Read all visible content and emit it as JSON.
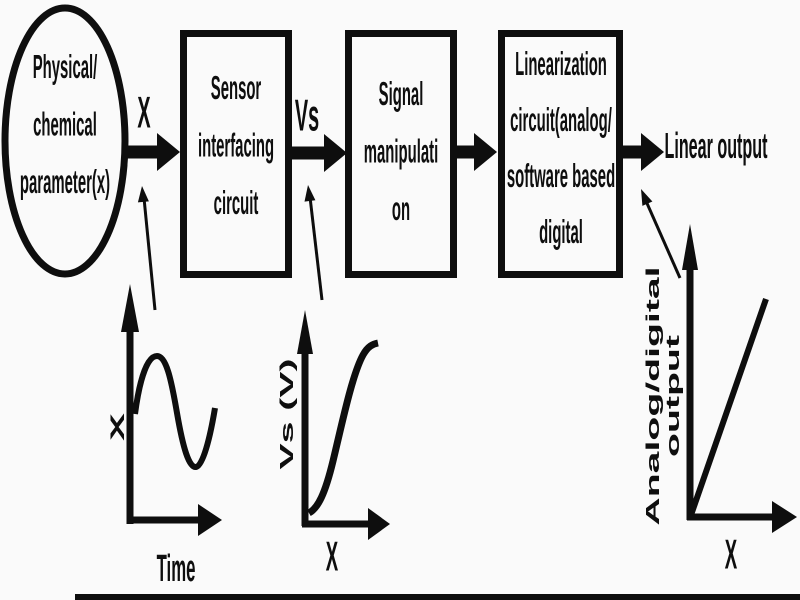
{
  "diagram": {
    "title_semantics": "Sensor signal chain block diagram with linearization",
    "source": {
      "shape": "ellipse",
      "lines": [
        "Physical/",
        "chemical",
        "parameter(x)"
      ]
    },
    "blocks": [
      {
        "lines": [
          "Sensor",
          "interfacing",
          "circuit"
        ]
      },
      {
        "lines": [
          "Signal",
          "manipulati",
          "on"
        ]
      },
      {
        "lines": [
          "Linearization",
          "circuit(analog/",
          "software based",
          "digital"
        ]
      }
    ],
    "signals": {
      "input": "X",
      "sensor_output": "Vs",
      "final_output": "Linear output"
    },
    "graphs": [
      {
        "curve": "sine",
        "ylabel": "X",
        "ylabel_lines": [
          "X"
        ],
        "xlabel": "Time",
        "meaning": "input parameter varying over time"
      },
      {
        "curve": "sigmoid",
        "ylabel": "Vs (V)",
        "ylabel_lines": [
          "Vs (V)"
        ],
        "xlabel": "X",
        "meaning": "nonlinear sensor response"
      },
      {
        "curve": "linear",
        "ylabel": "Analog/digital output",
        "ylabel_lines": [
          "Analog/digital",
          "output"
        ],
        "xlabel": "X",
        "meaning": "linearized output"
      }
    ],
    "colors": {
      "ink": "#0e0e0e",
      "background": "#fafafa"
    }
  }
}
